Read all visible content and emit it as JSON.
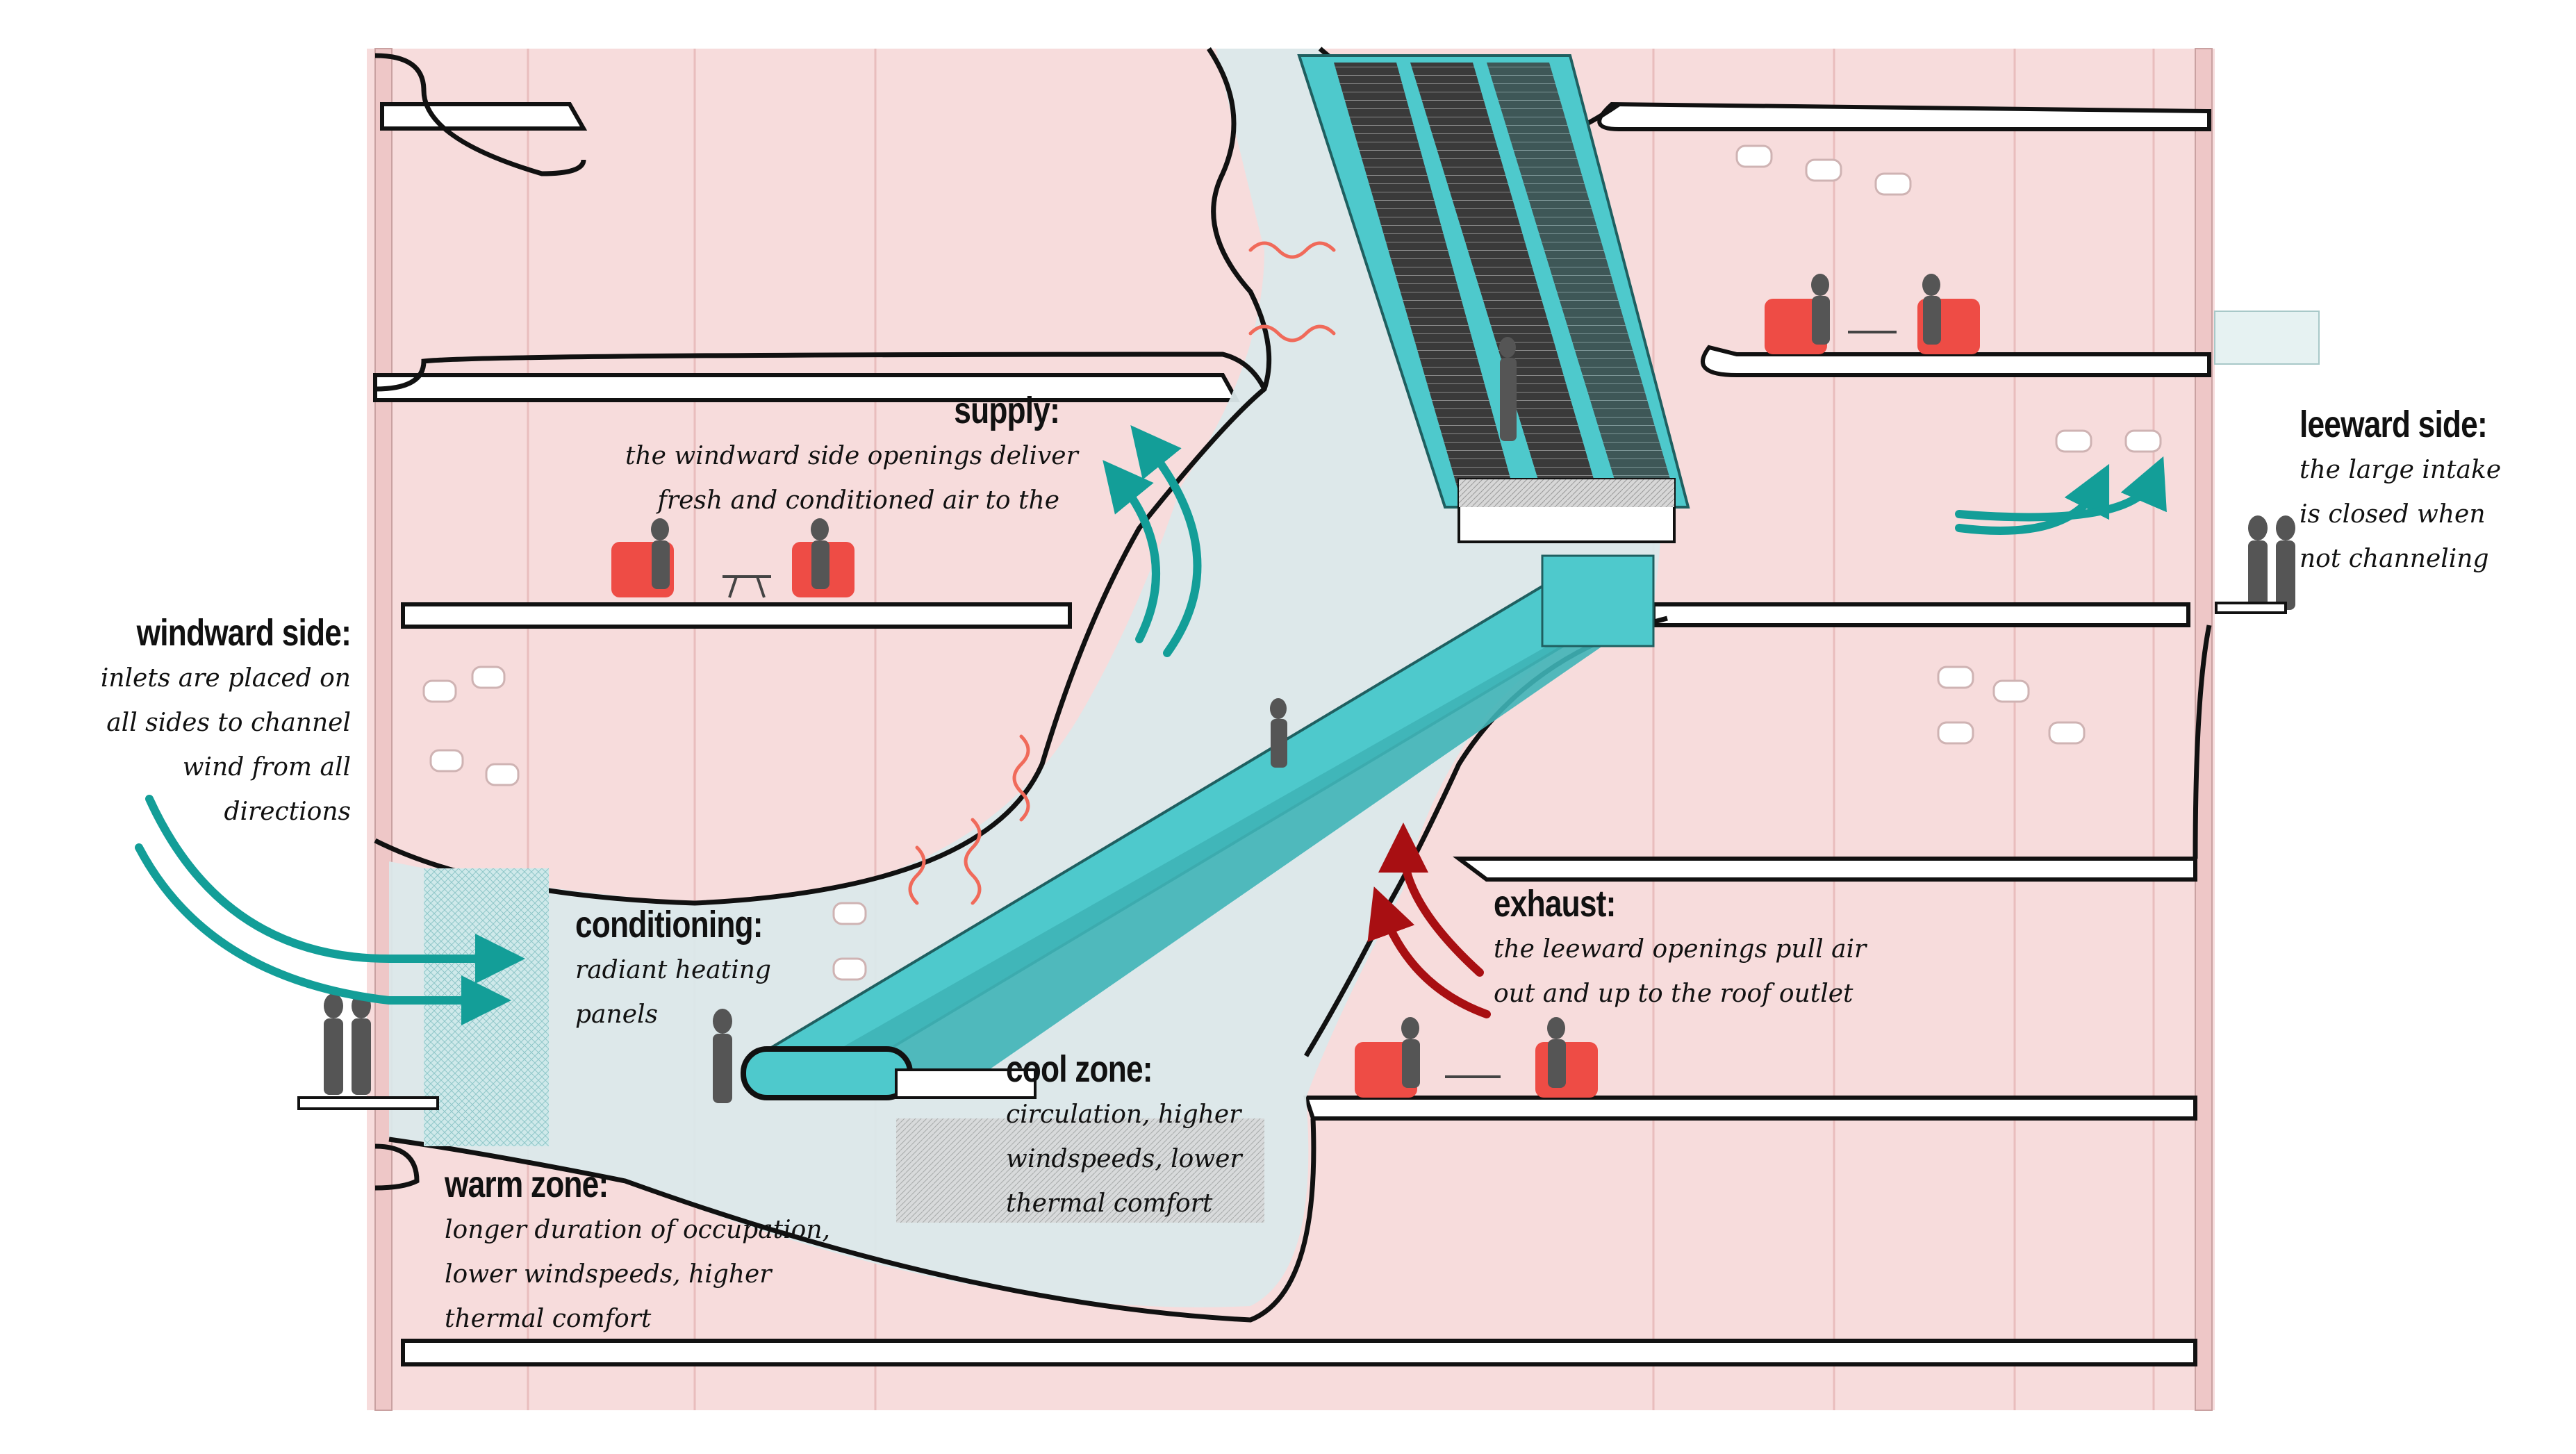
{
  "labels": {
    "supply": {
      "heading": "supply:",
      "lines": [
        "the windward side openings deliver",
        "fresh and conditioned air to the"
      ]
    },
    "leeward": {
      "heading": "leeward side:",
      "lines": [
        "the large intake",
        "is closed when",
        "not channeling"
      ]
    },
    "windward": {
      "heading": "windward side:",
      "lines": [
        "inlets are placed on",
        "all sides to channel",
        "wind from all",
        "directions"
      ]
    },
    "conditioning": {
      "heading": "conditioning:",
      "lines": [
        "radiant heating",
        "panels"
      ]
    },
    "exhaust": {
      "heading": "exhaust:",
      "lines": [
        "the leeward openings pull air",
        "out and up to the roof outlet"
      ]
    },
    "cool_zone": {
      "heading": "cool zone:",
      "lines": [
        "circulation, higher",
        "windspeeds, lower",
        "thermal comfort"
      ]
    },
    "warm_zone": {
      "heading": "warm zone:",
      "lines": [
        "longer duration of occupation,",
        "lower windspeeds, higher",
        "thermal comfort"
      ]
    }
  },
  "colors": {
    "background_pink": "#f7dcdc",
    "wall_pink": "#f2c9c9",
    "slab_white": "#ffffff",
    "slab_outline": "#111111",
    "atrium_blue": "#dbe8ea",
    "escalator_teal": "#4ec9cc",
    "supply_arrow_teal": "#139e98",
    "exhaust_arrow_red": "#a80f12",
    "heat_wave_coral": "#f06a5a",
    "furniture_red": "#ee4c45",
    "figure_gray": "#555555"
  }
}
